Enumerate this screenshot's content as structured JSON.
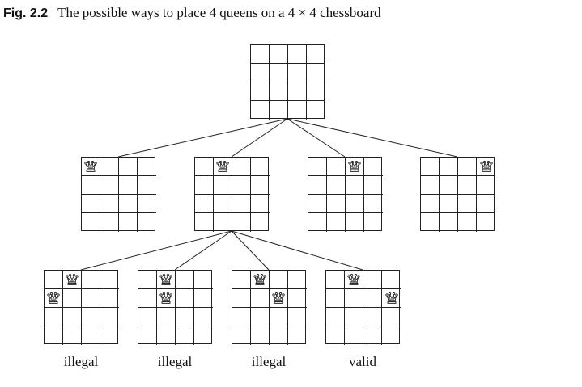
{
  "caption": {
    "figure_number": "Fig. 2.2",
    "text": "The possible ways to place 4 queens on a 4 × 4 chessboard"
  },
  "board_size": 4,
  "piece_icon": "queen-icon",
  "root": {
    "queens": []
  },
  "level1": [
    {
      "queens": [
        [
          0,
          0
        ]
      ]
    },
    {
      "queens": [
        [
          0,
          1
        ]
      ]
    },
    {
      "queens": [
        [
          0,
          2
        ]
      ]
    },
    {
      "queens": [
        [
          0,
          3
        ]
      ]
    }
  ],
  "level2": [
    {
      "queens": [
        [
          0,
          1
        ],
        [
          1,
          0
        ]
      ],
      "label": "illegal"
    },
    {
      "queens": [
        [
          0,
          1
        ],
        [
          1,
          1
        ]
      ],
      "label": "illegal"
    },
    {
      "queens": [
        [
          0,
          1
        ],
        [
          1,
          2
        ]
      ],
      "label": "illegal"
    },
    {
      "queens": [
        [
          0,
          1
        ],
        [
          1,
          3
        ]
      ],
      "label": "valid"
    }
  ],
  "edges": [
    {
      "from": "root",
      "to": "level1.0"
    },
    {
      "from": "root",
      "to": "level1.1"
    },
    {
      "from": "root",
      "to": "level1.2"
    },
    {
      "from": "root",
      "to": "level1.3"
    },
    {
      "from": "level1.1",
      "to": "level2.0"
    },
    {
      "from": "level1.1",
      "to": "level2.1"
    },
    {
      "from": "level1.1",
      "to": "level2.2"
    },
    {
      "from": "level1.1",
      "to": "level2.3"
    }
  ]
}
